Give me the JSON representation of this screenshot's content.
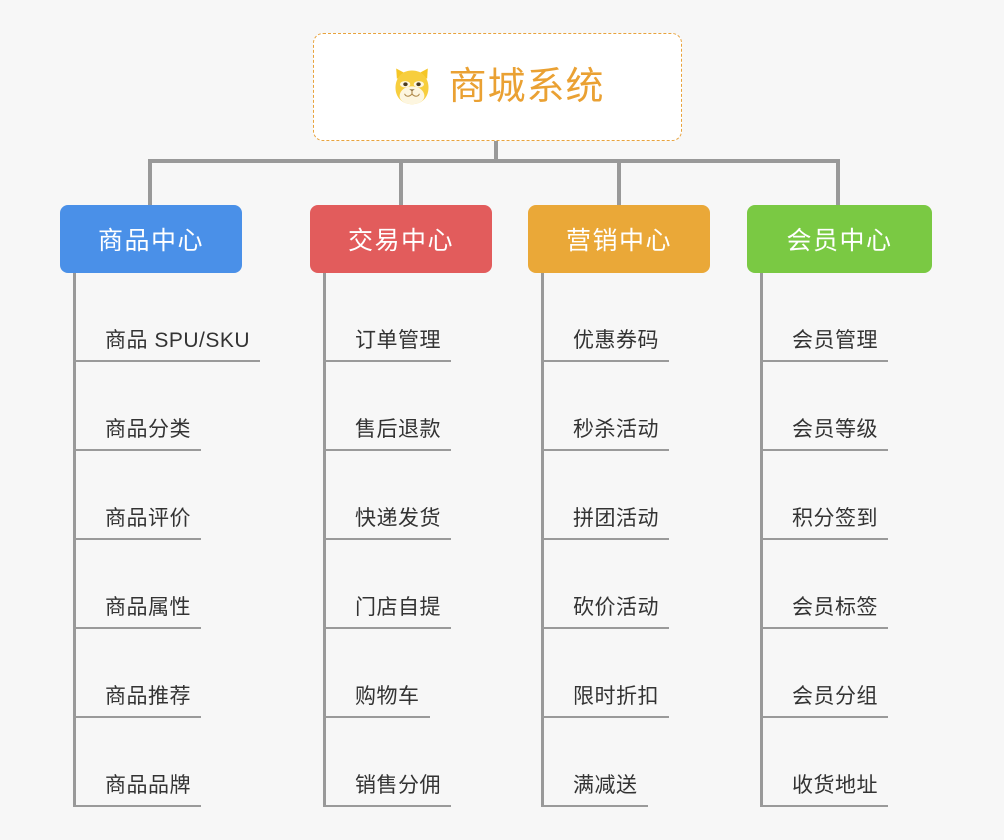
{
  "diagram": {
    "type": "org-chart-mindmap",
    "background_color": "#f7f7f7",
    "connector_color": "#999999",
    "root": {
      "title": "商城系统",
      "icon": "shiba-dog-face-icon",
      "text_color": "#eaa133",
      "border_color": "#e8a33d",
      "background_color": "#ffffff"
    },
    "branches": [
      {
        "label": "商品中心",
        "color": "#4a90e8",
        "items": [
          "商品 SPU/SKU",
          "商品分类",
          "商品评价",
          "商品属性",
          "商品推荐",
          "商品品牌"
        ]
      },
      {
        "label": "交易中心",
        "color": "#e25c5c",
        "items": [
          "订单管理",
          "售后退款",
          "快递发货",
          "门店自提",
          "购物车",
          "销售分佣"
        ]
      },
      {
        "label": "营销中心",
        "color": "#eaa838",
        "items": [
          "优惠券码",
          "秒杀活动",
          "拼团活动",
          "砍价活动",
          "限时折扣",
          "满减送"
        ]
      },
      {
        "label": "会员中心",
        "color": "#7ac943",
        "items": [
          "会员管理",
          "会员等级",
          "积分签到",
          "会员标签",
          "会员分组",
          "收货地址"
        ]
      }
    ]
  }
}
